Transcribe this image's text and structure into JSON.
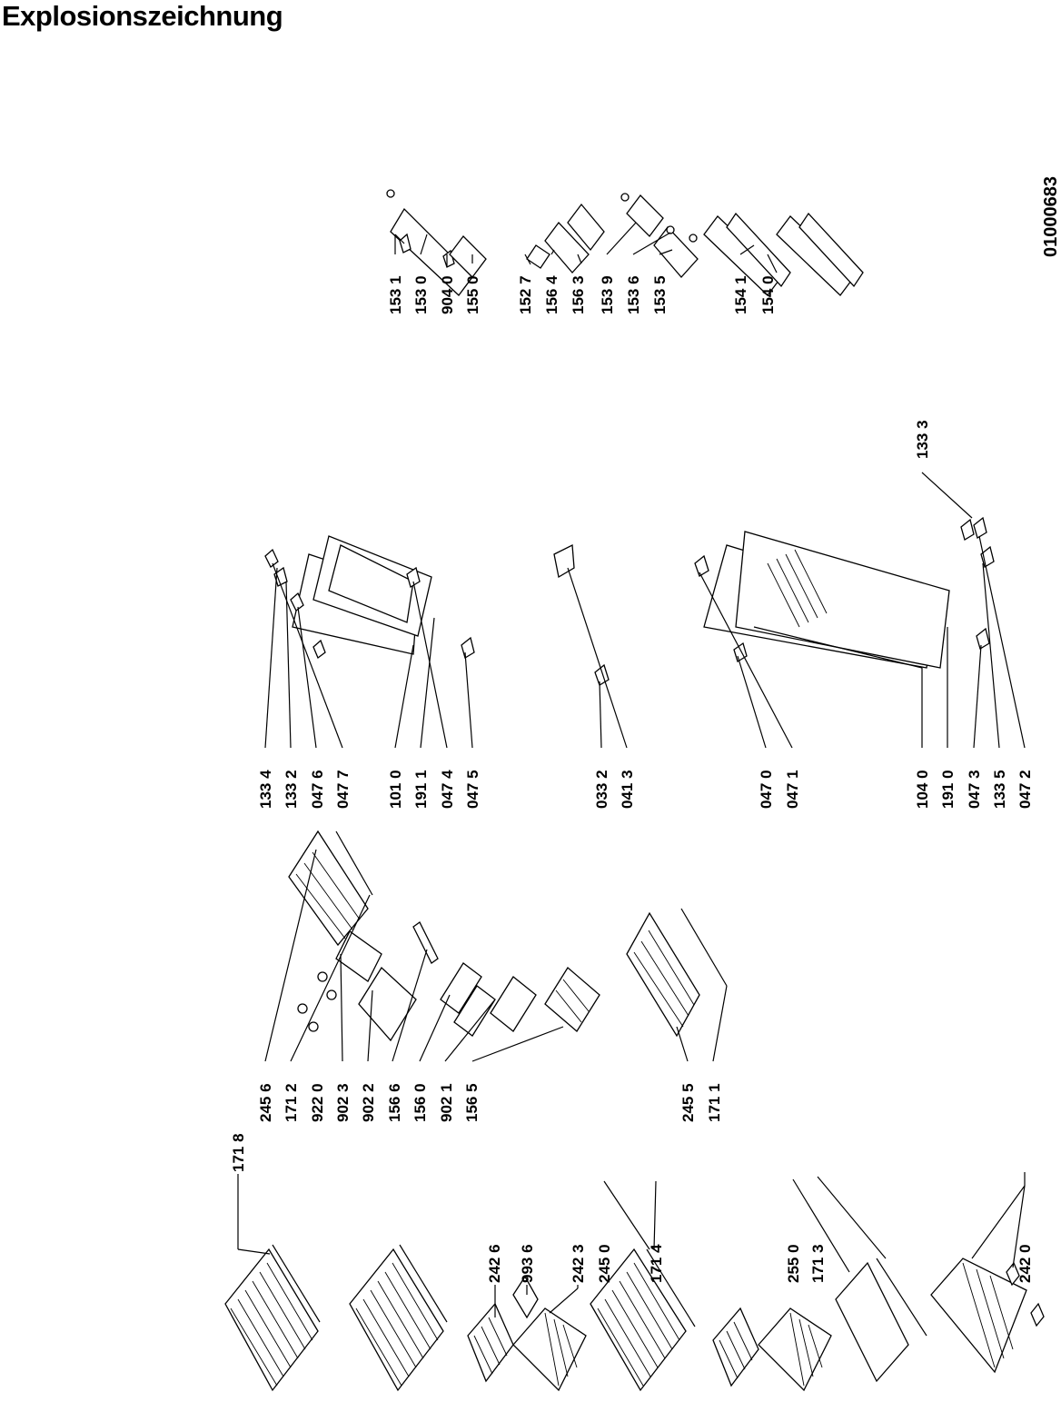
{
  "title": "Explosionszeichnung",
  "drawing_id": "01000683",
  "part_labels": [
    "171 8",
    "242 6",
    "993 6",
    "242 3",
    "245 0",
    "171 4",
    "255 0",
    "171 3",
    "242 0",
    "245 6",
    "171 2",
    "922 0",
    "902 3",
    "902 2",
    "156 6",
    "156 0",
    "902 1",
    "156 5",
    "245 5",
    "171 1",
    "133 4",
    "133 2",
    "047 6",
    "047 7",
    "101 0",
    "191 1",
    "047 4",
    "047 5",
    "033 2",
    "041 3",
    "047 0",
    "047 1",
    "104 0",
    "191 0",
    "047 3",
    "133 5",
    "047 2",
    "133 3",
    "153 1",
    "153 0",
    "904 0",
    "155 0",
    "152 7",
    "156 4",
    "156 3",
    "153 9",
    "153 6",
    "153 5",
    "154 1",
    "154 0"
  ]
}
